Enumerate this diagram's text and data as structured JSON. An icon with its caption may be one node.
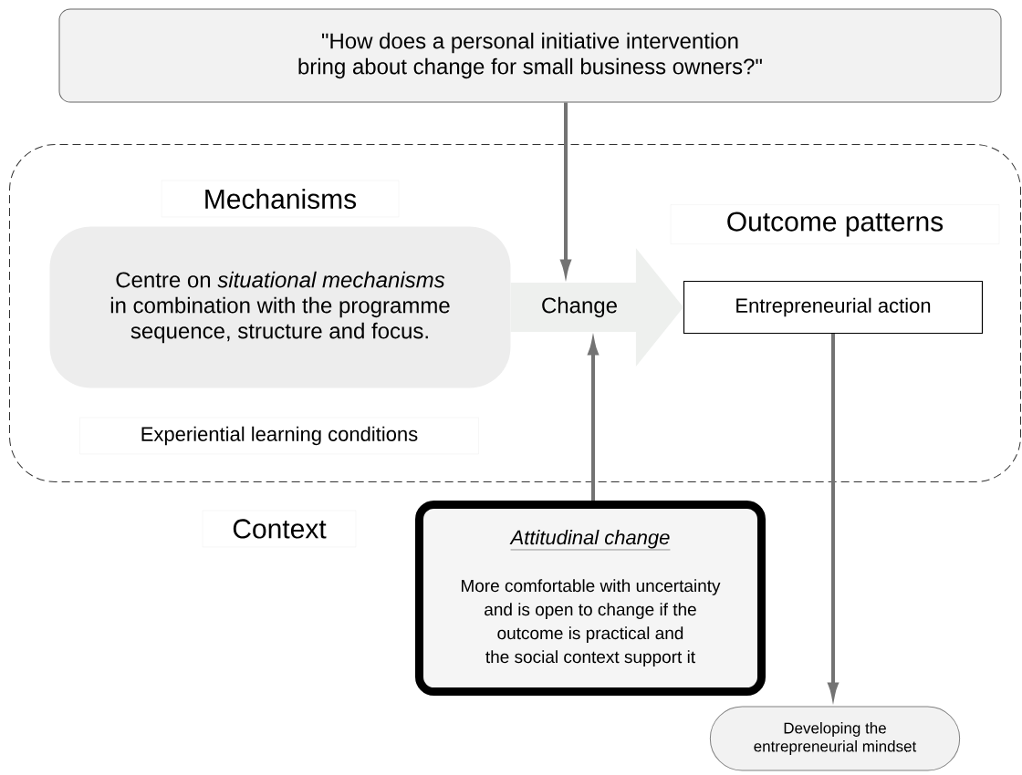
{
  "diagram": {
    "nodes": [
      {
        "text": [
          "\"How does a personal initiative intervention bring about change for small business owners?\""
        ]
      },
      {
        "text": [],
        "shape": "box"
      },
      {
        "text": [
          "Mechanisms"
        ],
        "in": 1
      },
      {
        "text": [
          "Centre on *situational mechanisms* in combination with the programme sequence, structure and focus."
        ],
        "in": 1
      },
      {
        "text": [
          "Change"
        ],
        "in": 1
      },
      {
        "text": [
          "Outcome patterns"
        ],
        "in": 1
      },
      {
        "text": [
          "Entrepreneurial action"
        ],
        "in": 1
      },
      {
        "text": [
          "Experiential learning conditions"
        ],
        "in": 1
      },
      {
        "text": [
          "Context"
        ]
      },
      {
        "text": [
          "Attitudinal change",
          "More comfortable with uncertainty and is open to change if the outcome is practical and the social context support it"
        ]
      },
      {
        "text": [
          "Developing the entrepreneurial mindset"
        ]
      }
    ],
    "edges": [
      {
        "from": 0,
        "to": 4,
        "arrow": "to"
      },
      {
        "from": 9,
        "to": 4,
        "arrow": "to"
      },
      {
        "from": 6,
        "to": 10,
        "arrow": "to"
      },
      {
        "from": 3,
        "to": 6,
        "arrow": "to",
        "style": "thick",
        "color": "#eef0ee"
      }
    ]
  }
}
